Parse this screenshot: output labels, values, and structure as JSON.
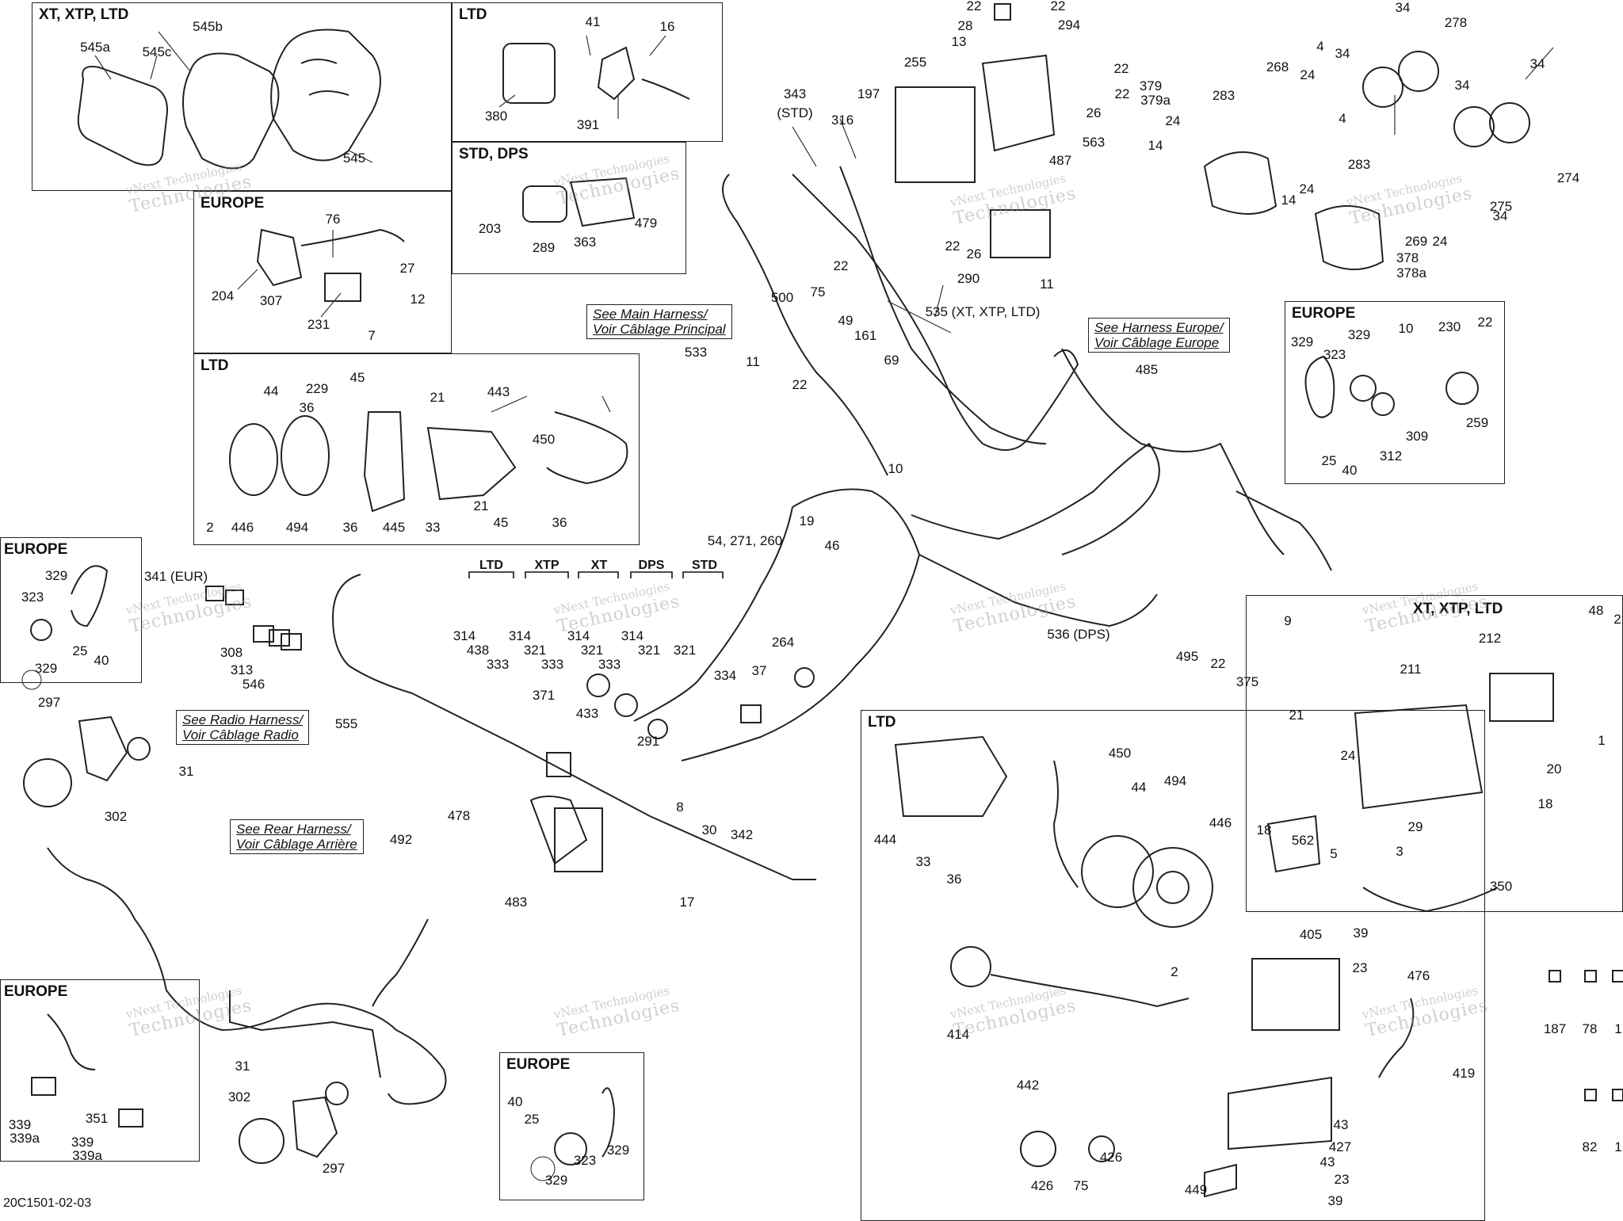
{
  "drawing_code": "20C1501-02-03",
  "watermark": {
    "line1": "vNext",
    "line2": "Technologies",
    "alt1": "vNext Technologies"
  },
  "boxes": [
    {
      "id": "xt-xtp-ltd-top",
      "title": "XT, XTP, LTD"
    },
    {
      "id": "ltd-gps",
      "title": "LTD"
    },
    {
      "id": "std-dps",
      "title": "STD, DPS"
    },
    {
      "id": "europe-switch",
      "title": "EUROPE"
    },
    {
      "id": "ltd-speaker-left",
      "title": "LTD"
    },
    {
      "id": "europe-left",
      "title": "EUROPE"
    },
    {
      "id": "europe-right",
      "title": "EUROPE"
    },
    {
      "id": "xt-xtp-ltd-winch",
      "title": "XT, XTP, LTD"
    },
    {
      "id": "ltd-bottom",
      "title": "LTD"
    },
    {
      "id": "europe-bottom-left",
      "title": "EUROPE"
    },
    {
      "id": "europe-bottom-mid",
      "title": "EUROPE"
    }
  ],
  "notes": [
    {
      "id": "main-harness",
      "line1": "See Main Harness/",
      "line2": "Voir Câblage Principal"
    },
    {
      "id": "europe-harness",
      "line1": "See Harness Europe/",
      "line2": "Voir Câblage Europe"
    },
    {
      "id": "radio-harness",
      "line1": "See Radio Harness/",
      "line2": "Voir Câblage Radio"
    },
    {
      "id": "rear-harness",
      "line1": "See Rear Harness/",
      "line2": "Voir Câblage Arrière"
    }
  ],
  "variant_headers": [
    "LTD",
    "XTP",
    "XT",
    "DPS",
    "STD"
  ],
  "part_labels": [
    "545a",
    "545c",
    "545b",
    "545",
    "41",
    "16",
    "380",
    "391",
    "203",
    "289",
    "363",
    "479",
    "76",
    "204",
    "307",
    "27",
    "12",
    "231",
    "7",
    "44",
    "229",
    "45",
    "21",
    "443",
    "36",
    "450",
    "2",
    "446",
    "494",
    "445",
    "33",
    "21",
    "45",
    "36",
    "329",
    "323",
    "25",
    "40",
    "329",
    "341 (EUR)",
    "308",
    "313",
    "546",
    "297",
    "31",
    "302",
    "314",
    "438",
    "333",
    "314",
    "321",
    "333",
    "314",
    "321",
    "333",
    "314",
    "321",
    "321",
    "54, 271, 260",
    "264",
    "37",
    "334",
    "371",
    "433",
    "291",
    "555",
    "478",
    "8",
    "30",
    "342",
    "17",
    "483",
    "492",
    "31",
    "302",
    "297",
    "339",
    "339a",
    "351",
    "339",
    "339a",
    "40",
    "25",
    "329",
    "323",
    "329",
    "22",
    "28",
    "13",
    "22",
    "294",
    "197",
    "255",
    "22",
    "26",
    "22",
    "563",
    "487",
    "343",
    "(STD)",
    "316",
    "22",
    "290",
    "22",
    "26",
    "11",
    "535 (XT, XTP, LTD)",
    "500",
    "75",
    "49",
    "161",
    "69",
    "533",
    "11",
    "22",
    "10",
    "19",
    "46",
    "485",
    "536 (DPS)",
    "495",
    "22",
    "9",
    "375",
    "34",
    "278",
    "379",
    "379a",
    "268",
    "24",
    "4",
    "34",
    "283",
    "24",
    "14",
    "4",
    "34",
    "34",
    "274",
    "283",
    "24",
    "14",
    "269",
    "24",
    "378",
    "378a",
    "275",
    "34",
    "329",
    "323",
    "329",
    "10",
    "230",
    "22",
    "259",
    "25",
    "40",
    "312",
    "309",
    "48",
    "2",
    "212",
    "211",
    "1",
    "21",
    "24",
    "20",
    "18",
    "18",
    "562",
    "29",
    "5",
    "3",
    "350",
    "450",
    "44",
    "494",
    "446",
    "444",
    "33",
    "36",
    "2",
    "414",
    "405",
    "39",
    "23",
    "476",
    "419",
    "442",
    "426",
    "75",
    "426",
    "43",
    "427",
    "43",
    "23",
    "39",
    "449",
    "187",
    "78",
    "1",
    "82",
    "1"
  ],
  "labels": {
    "n545a": "545a",
    "n545c": "545c",
    "n545b": "545b",
    "n545": "545",
    "n41": "41",
    "n16": "16",
    "n380": "380",
    "n391": "391",
    "n203": "203",
    "n289": "289",
    "n363": "363",
    "n479": "479",
    "n76": "76",
    "n204": "204",
    "n307": "307",
    "n27": "27",
    "n12": "12",
    "n231": "231",
    "n7": "7",
    "n44": "44",
    "n229": "229",
    "n45": "45",
    "n21": "21",
    "n443": "443",
    "n36": "36",
    "n450": "450",
    "n2": "2",
    "n446": "446",
    "n494": "494",
    "n445": "445",
    "n33": "33",
    "n329": "329",
    "n323": "323",
    "n25": "25",
    "n40": "40",
    "n341": "341 (EUR)",
    "n308": "308",
    "n313": "313",
    "n546": "546",
    "n297": "297",
    "n31": "31",
    "n302": "302",
    "n314": "314",
    "n438": "438",
    "n333": "333",
    "n321": "321",
    "n54": "54, 271, 260",
    "n264": "264",
    "n37": "37",
    "n334": "334",
    "n371": "371",
    "n433": "433",
    "n291": "291",
    "n555": "555",
    "n478": "478",
    "n8": "8",
    "n30": "30",
    "n342": "342",
    "n17": "17",
    "n483": "483",
    "n492": "492",
    "n339": "339",
    "n339a": "339a",
    "n351": "351",
    "n22": "22",
    "n28": "28",
    "n13": "13",
    "n294": "294",
    "n197": "197",
    "n255": "255",
    "n26": "26",
    "n563": "563",
    "n487": "487",
    "n343": "343",
    "nstd": "(STD)",
    "n316": "316",
    "n290": "290",
    "n11": "11",
    "n535": "535 (XT, XTP, LTD)",
    "n500": "500",
    "n75": "75",
    "n49": "49",
    "n161": "161",
    "n69": "69",
    "n533": "533",
    "n10": "10",
    "n19": "19",
    "n46": "46",
    "n485": "485",
    "n536": "536 (DPS)",
    "n495": "495",
    "n9": "9",
    "n375": "375",
    "n34": "34",
    "n278": "278",
    "n379": "379",
    "n379a": "379a",
    "n268": "268",
    "n24": "24",
    "n4": "4",
    "n283": "283",
    "n14": "14",
    "n274": "274",
    "n269": "269",
    "n378": "378",
    "n378a": "378a",
    "n275": "275",
    "n230": "230",
    "n259": "259",
    "n312": "312",
    "n309": "309",
    "n48": "48",
    "n212": "212",
    "n211": "211",
    "n1": "1",
    "n20": "20",
    "n18": "18",
    "n562": "562",
    "n29": "29",
    "n5": "5",
    "n3": "3",
    "n350": "350",
    "n444": "444",
    "n414": "414",
    "n405": "405",
    "n39": "39",
    "n23": "23",
    "n476": "476",
    "n419": "419",
    "n442": "442",
    "n426": "426",
    "n43": "43",
    "n427": "427",
    "n449": "449",
    "n187": "187",
    "n78": "78",
    "n82": "82"
  }
}
